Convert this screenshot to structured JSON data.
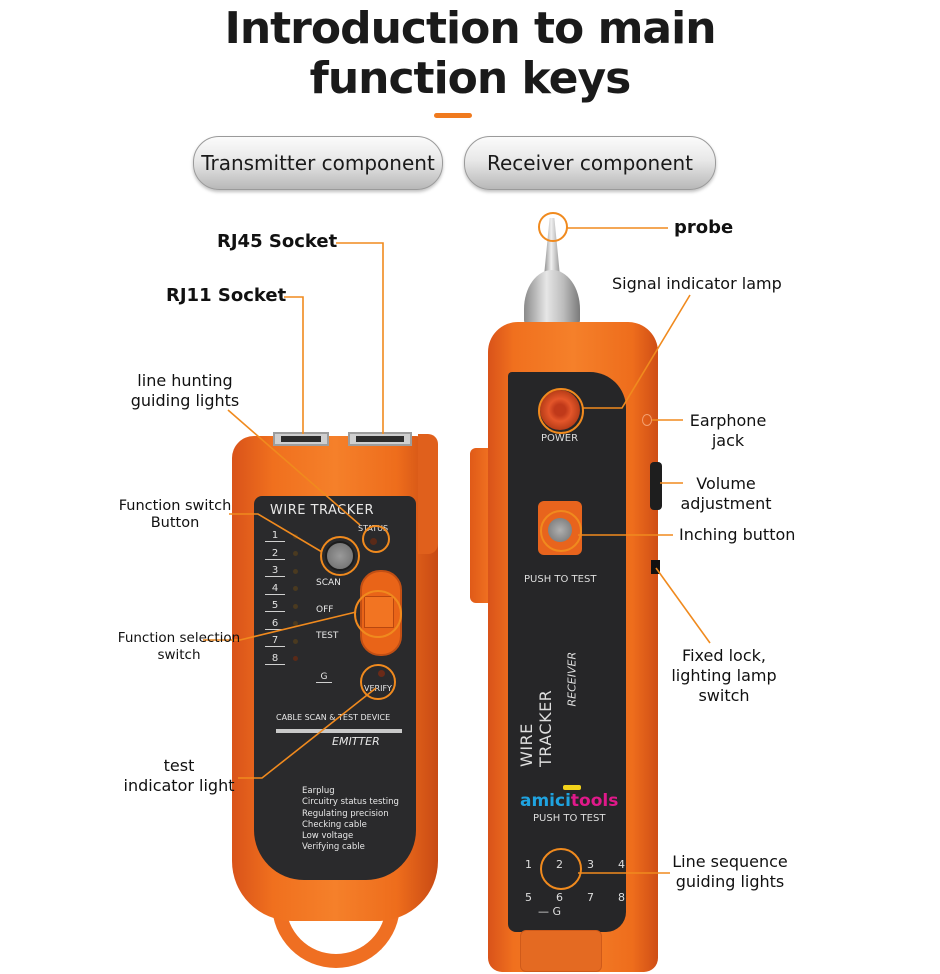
{
  "header": {
    "title_line1": "Introduction to main",
    "title_line2": "function keys",
    "accent_color": "#f07a1e"
  },
  "tabs": [
    {
      "label": "Transmitter component"
    },
    {
      "label": "Receiver component"
    }
  ],
  "transmitter": {
    "callouts": {
      "rj45": "RJ45 Socket",
      "rj11": "RJ11 Socket",
      "line_hunting_1": "line hunting",
      "line_hunting_2": "guiding lights",
      "function_switch_1": "Function switch",
      "function_switch_2": "Button",
      "function_selection_1": "Function selection",
      "function_selection_2": "switch",
      "test_indicator_1": "test",
      "test_indicator_2": "indicator light"
    },
    "panel": {
      "brand": "WIRE TRACKER",
      "status": "STATUS",
      "numbers": [
        "1",
        "2",
        "3",
        "4",
        "5",
        "6",
        "7",
        "8"
      ],
      "scan": "SCAN",
      "off": "OFF",
      "test": "TEST",
      "g": "G",
      "verify": "VERIFY",
      "device_name": "CABLE SCAN & TEST DEVICE",
      "emitter": "EMITTER",
      "features": [
        "Earplug",
        "Circuitry status testing",
        "Regulating precision",
        "Checking cable",
        "Low voltage",
        "Verifying cable"
      ]
    }
  },
  "receiver": {
    "callouts": {
      "probe": "probe",
      "signal_lamp": "Signal indicator lamp",
      "earphone_1": "Earphone",
      "earphone_2": "jack",
      "volume_1": "Volume",
      "volume_2": "adjustment",
      "inching": "Inching button",
      "fixed_lock_1": "Fixed lock,",
      "fixed_lock_2": "lighting lamp",
      "fixed_lock_3": "switch",
      "line_seq_1": "Line sequence",
      "line_seq_2": "guiding lights"
    },
    "panel": {
      "power": "POWER",
      "push_to_test": "PUSH TO TEST",
      "brand": "WIRE TRACKER",
      "receiver": "RECEIVER",
      "logo_a": "amici",
      "logo_b": "tools",
      "push_to_test_2": "PUSH TO TEST",
      "numbers_row1": [
        "1",
        "2",
        "3",
        "4"
      ],
      "numbers_row2": [
        "5",
        "6",
        "7",
        "8"
      ],
      "g": "— G"
    }
  }
}
